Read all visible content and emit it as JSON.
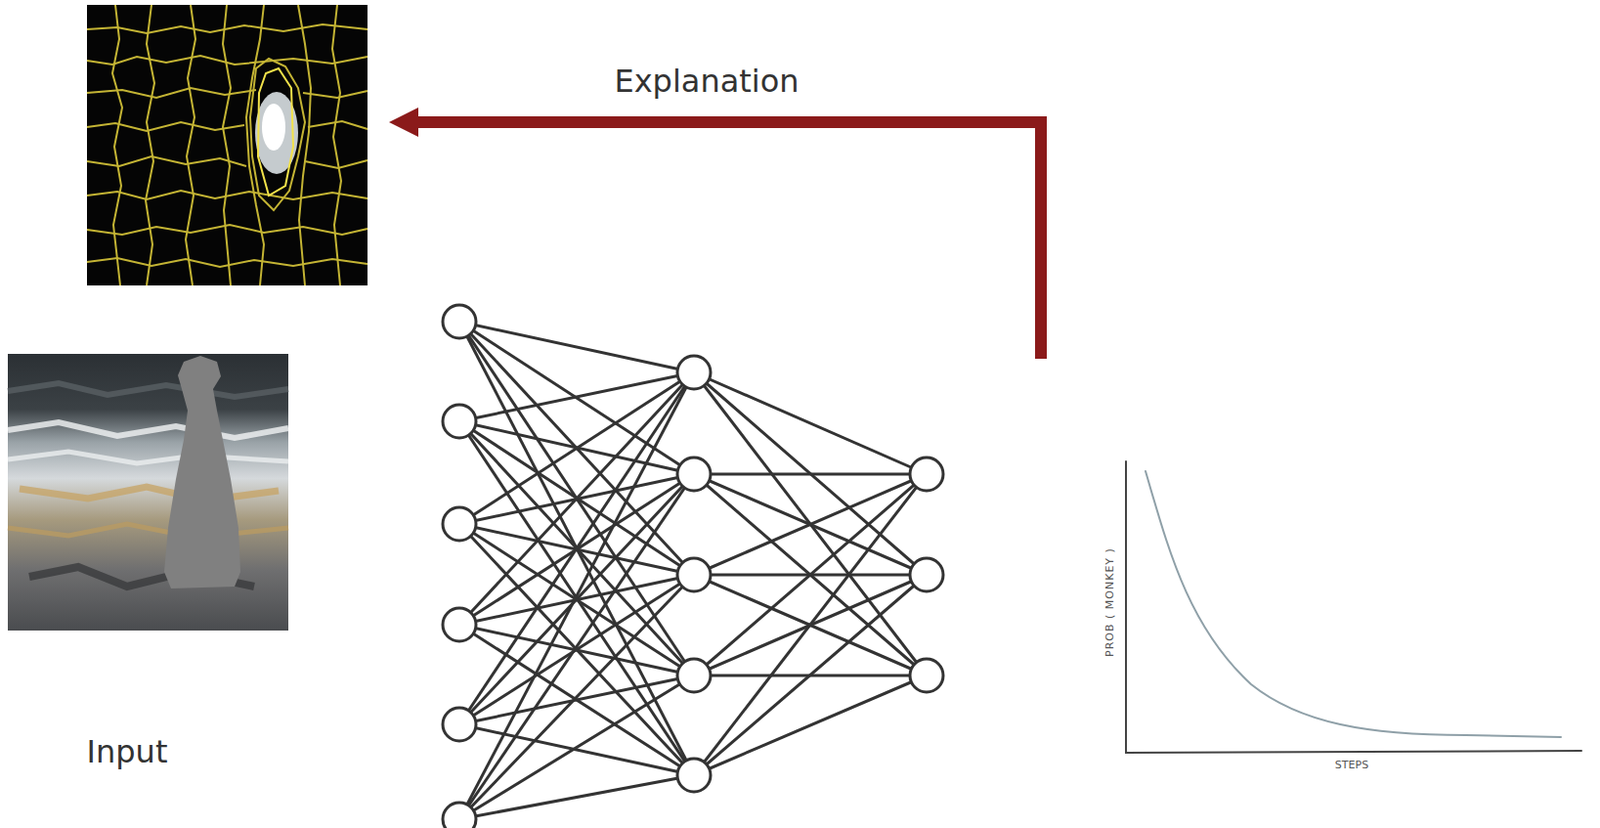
{
  "diagram": {
    "labels": [
      "Explanation",
      "Input",
      "PROB ( MONKEY )",
      "STEPS"
    ]
  }
}
